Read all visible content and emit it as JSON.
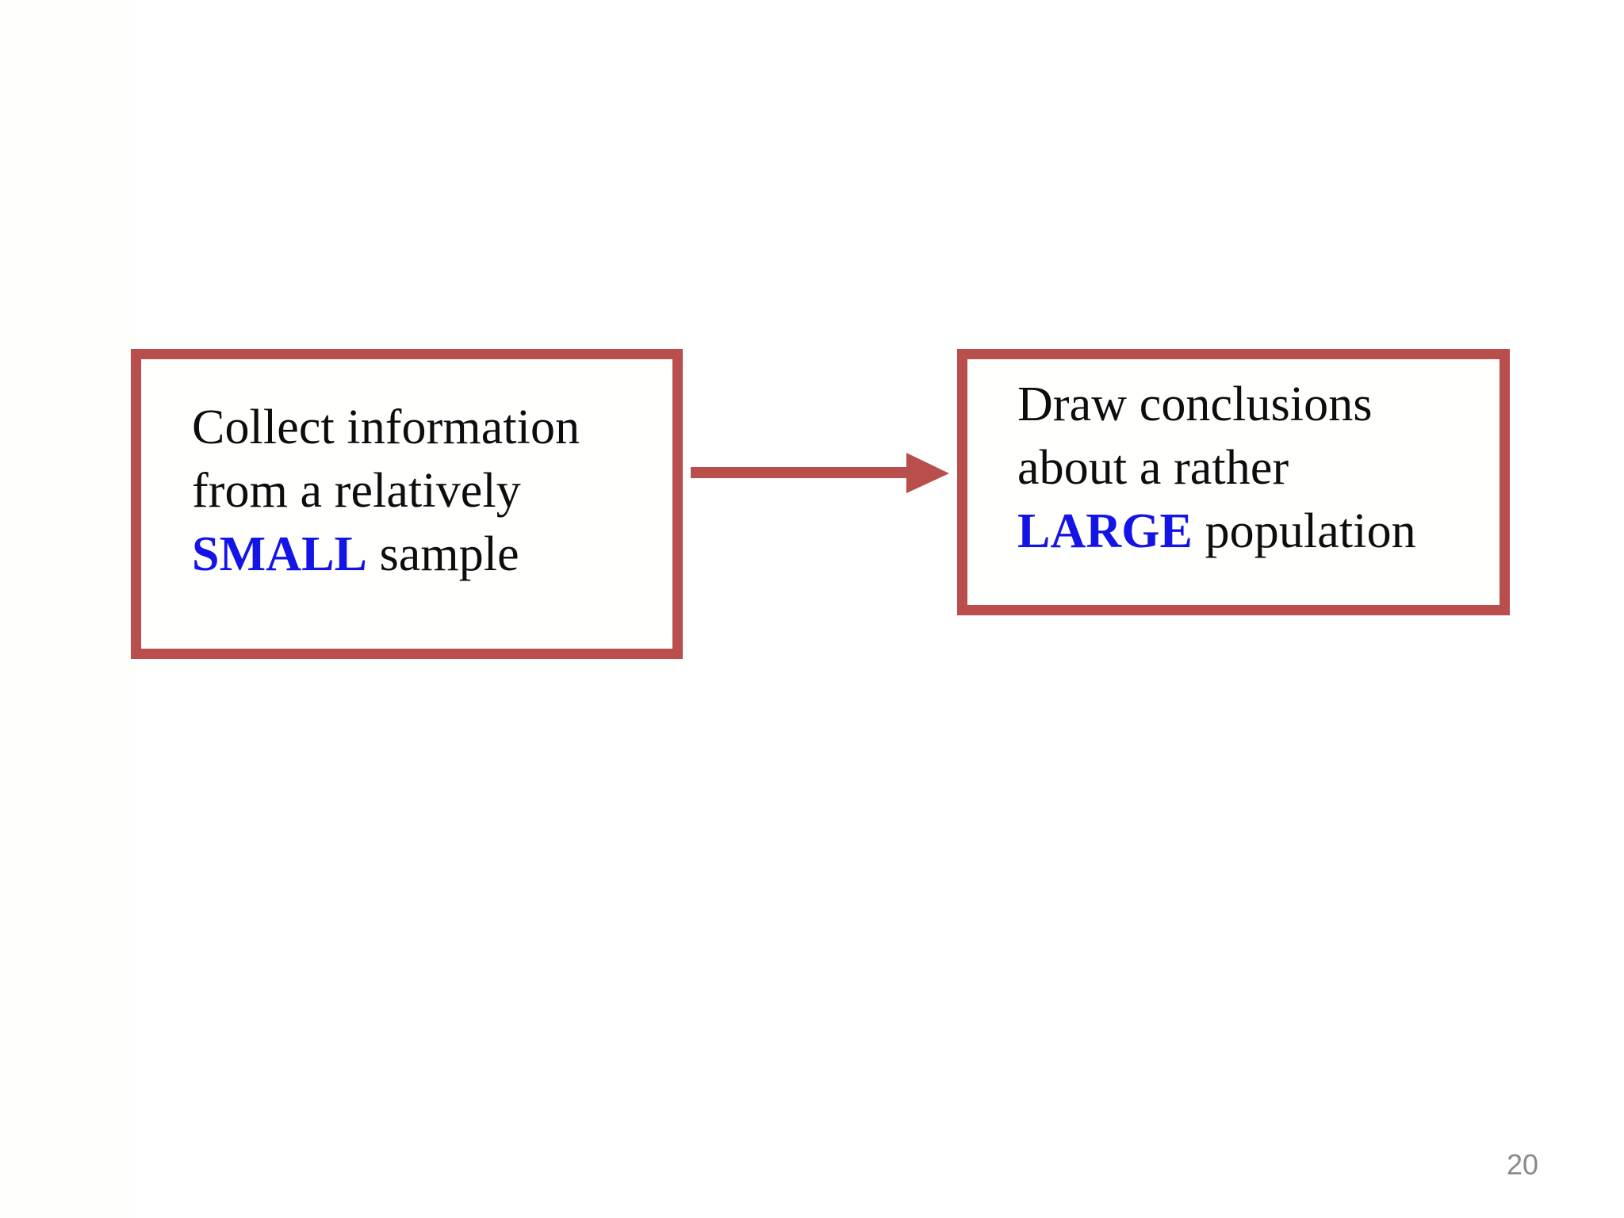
{
  "slide": {
    "page_number": "20",
    "background_color": "#ffffff"
  },
  "theme": {
    "box_border_color": "#b94f4c",
    "box_fill_color": "#fffffe",
    "arrow_color": "#b94f4c",
    "body_text_color": "#0d0d0d",
    "emphasis_color": "#1414e6",
    "page_number_color": "#8a8a8a"
  },
  "diagram": {
    "type": "flow",
    "nodes": [
      {
        "id": "sample-box",
        "lines": [
          {
            "segments": [
              {
                "text": "Collect information",
                "emphasis": false
              }
            ]
          },
          {
            "segments": [
              {
                "text": "from a relatively",
                "emphasis": false
              }
            ]
          },
          {
            "segments": [
              {
                "text": "SMALL",
                "emphasis": true
              },
              {
                "text": " sample",
                "emphasis": false
              }
            ]
          }
        ],
        "line1": "Collect information",
        "line2": "from a relatively",
        "line3_emphasis": "SMALL",
        "line3_rest": " sample"
      },
      {
        "id": "population-box",
        "lines": [
          {
            "segments": [
              {
                "text": "Draw conclusions",
                "emphasis": false
              }
            ]
          },
          {
            "segments": [
              {
                "text": "about a rather",
                "emphasis": false
              }
            ]
          },
          {
            "segments": [
              {
                "text": "LARGE",
                "emphasis": true
              },
              {
                "text": " population",
                "emphasis": false
              }
            ]
          }
        ],
        "line1": "Draw conclusions",
        "line2": "about a rather",
        "line3_emphasis": "LARGE",
        "line3_rest": " population"
      }
    ],
    "connector": {
      "id": "sample-to-population-arrow",
      "icon": "right-block-arrow-icon",
      "from": "sample-box",
      "to": "population-box",
      "direction": "right"
    }
  }
}
